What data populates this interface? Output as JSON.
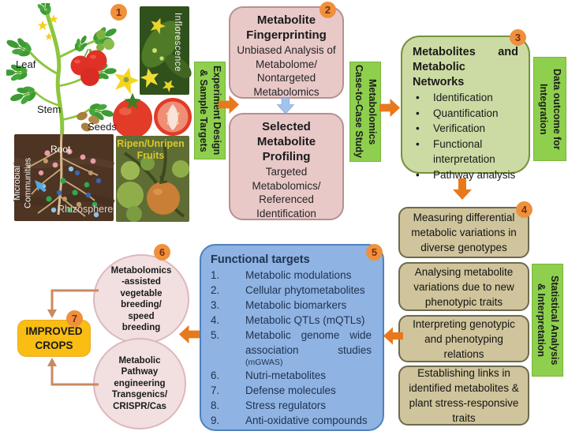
{
  "badges": {
    "one": "1",
    "two": "2",
    "three": "3",
    "four": "4",
    "five": "5",
    "six": "6",
    "seven": "7"
  },
  "plant": {
    "leaf": "Leaf",
    "stem": "Stem",
    "seeds": "Seeds",
    "root": "Root",
    "microbial": "Microbial\nCommunities",
    "rhizosphere": "Rhizosphere",
    "inflorescence": "Inflorescence",
    "fruits_label": "Ripen/Unripen\nFruits"
  },
  "bars": {
    "experiment": "Experiment Design\n& Sample Targets",
    "case_study": "Metabolomics\nCase-to-Case Study",
    "data_outcome": "Data outcome for\nIntegration",
    "statistical": "Statistical Analysis\n& Interpretation"
  },
  "fingerprinting": {
    "title": "Metabolite\nFingerprinting",
    "body": "Unbiased Analysis of\nMetabolome/\nNontargeted\nMetabolomics"
  },
  "profiling": {
    "title": "Selected\nMetabolite\nProfiling",
    "body": "Targeted\nMetabolomics/\nReferenced\nIdentification"
  },
  "networks": {
    "title": "Metabolites and Metabolic Networks",
    "bullets": [
      "Identification",
      "Quantification",
      "Verification",
      "Functional interpretation",
      "Pathway analysis"
    ]
  },
  "analysis_boxes": [
    "Measuring differential metabolic variations in diverse genotypes",
    "Analysing metabolite variations due to new phenotypic traits",
    "Interpreting genotypic and phenotyping relations",
    "Establishing links in identified metabolites & plant stress-responsive traits"
  ],
  "functional_targets": {
    "title": "Functional targets",
    "items": [
      {
        "num": "1.",
        "text": "Metabolic modulations"
      },
      {
        "num": "2.",
        "text": "Cellular phytometabolites"
      },
      {
        "num": "3.",
        "text": "Metabolic biomarkers"
      },
      {
        "num": "4.",
        "text": "Metabolic QTLs (mQTLs)"
      },
      {
        "num": "5.",
        "text": "Metabolic genome wide association studies",
        "note": "(mGWAS)"
      },
      {
        "num": "6.",
        "text": "Nutri-metabolites"
      },
      {
        "num": "7.",
        "text": "Defense molecules"
      },
      {
        "num": "8.",
        "text": "Stress regulators"
      },
      {
        "num": "9.",
        "text": "Anti-oxidative compounds"
      }
    ]
  },
  "breeding_circle": "Metabolomics\n-assisted\nvegetable\nbreeding/\nspeed\nbreeding",
  "engineering_circle": "Metabolic\nPathway\nengineering\nTransgenics/\nCRISPR/Cas",
  "improved_crops": "IMPROVED\nCROPS",
  "colors": {
    "arrow_orange": "#e8781c",
    "arrow_blue": "#a3c3ea",
    "bar_green": "#8ed04e",
    "box_pink": "#e9c8c8",
    "box_green": "#ccdba3",
    "box_tan": "#cfc49b",
    "box_blue": "#8fb3e2",
    "circle_pink": "#f2e0e0",
    "improved_yellow": "#f9bd13",
    "badge_orange": "#ef913c",
    "connector_salmon": "#c98a62"
  }
}
